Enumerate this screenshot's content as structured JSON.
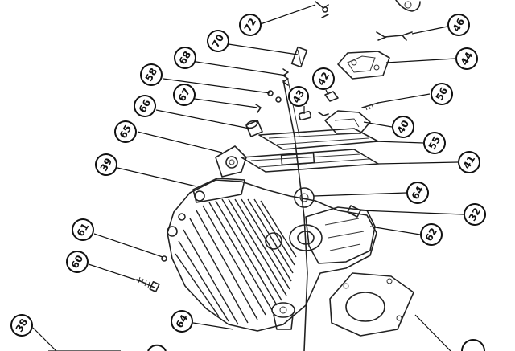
{
  "callouts": [
    {
      "id": "72",
      "label": "72"
    },
    {
      "id": "46",
      "label": "46"
    },
    {
      "id": "70",
      "label": "70"
    },
    {
      "id": "68",
      "label": "68"
    },
    {
      "id": "44",
      "label": "44"
    },
    {
      "id": "58",
      "label": "58"
    },
    {
      "id": "42",
      "label": "42"
    },
    {
      "id": "67",
      "label": "67"
    },
    {
      "id": "43",
      "label": "43"
    },
    {
      "id": "56",
      "label": "56"
    },
    {
      "id": "66",
      "label": "66"
    },
    {
      "id": "40",
      "label": "40"
    },
    {
      "id": "65",
      "label": "65"
    },
    {
      "id": "55",
      "label": "55"
    },
    {
      "id": "39",
      "label": "39"
    },
    {
      "id": "41",
      "label": "41"
    },
    {
      "id": "64a",
      "label": "64"
    },
    {
      "id": "32",
      "label": "32"
    },
    {
      "id": "61",
      "label": "61"
    },
    {
      "id": "62",
      "label": "62"
    },
    {
      "id": "60",
      "label": "60"
    },
    {
      "id": "38",
      "label": "38"
    },
    {
      "id": "64b",
      "label": "64"
    }
  ]
}
